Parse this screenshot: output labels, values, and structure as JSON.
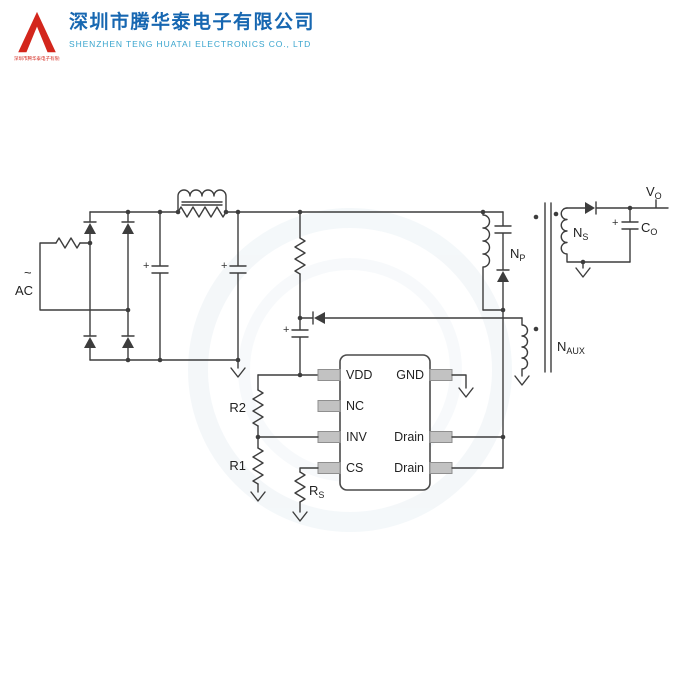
{
  "header": {
    "company_cn": "深圳市腾华泰电子有限公司",
    "company_en": "SHENZHEN TENG HUATAI ELECTRONICS CO., LTD",
    "colors": {
      "logo": "#d3261c",
      "title": "#1767b1",
      "subtitle": "#3aa5ce"
    }
  },
  "schematic": {
    "stroke_color": "#3d3d3d",
    "labels": {
      "ac": "AC",
      "tilde": "~",
      "plus": "+",
      "r2": "R2",
      "r1": "R1",
      "rs": {
        "base": "R",
        "sub": "S"
      },
      "np": {
        "base": "N",
        "sub": "P"
      },
      "ns": {
        "base": "N",
        "sub": "S"
      },
      "naux": {
        "base": "N",
        "sub": "AUX"
      },
      "vo": {
        "base": "V",
        "sub": "O"
      },
      "co": {
        "base": "C",
        "sub": "O"
      }
    },
    "ic": {
      "left_pins": [
        "VDD",
        "NC",
        "INV",
        "CS"
      ],
      "right_pins": [
        "GND",
        "Drain",
        "Drain"
      ]
    }
  }
}
